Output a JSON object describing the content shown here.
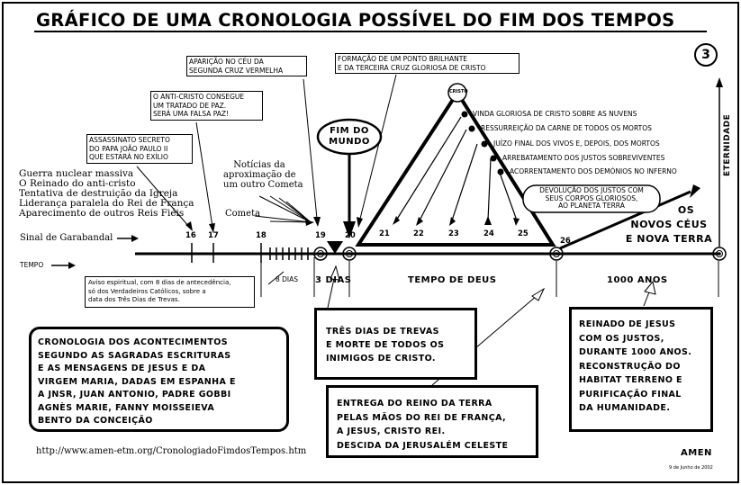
{
  "title": "GRÁFICO DE UMA CRONOLOGIA POSSÍVEL DO FIM DOS TEMPOS",
  "page_number": "3",
  "eternidade": "ETERNIDADE",
  "callouts": {
    "aparicao": [
      "APARIÇÃO NO CÉU DA",
      "SEGUNDA CRUZ VERMELHA"
    ],
    "formacao": [
      "FORMAÇÃO DE UM PONTO BRILHANTE",
      "E DA TERCEIRA CRUZ GLORIOSA DE CRISTO"
    ],
    "anticristo": [
      "O ANTI-CRISTO CONSEGUE",
      "UM TRATADO DE PAZ.",
      "SERÁ UMA FALSA PAZ!"
    ],
    "assassinato": [
      "ASSASSINATO SECRETO",
      "DO PAPA JOÃO PAULO II",
      "QUE ESTARÁ NO EXÍLIO"
    ]
  },
  "events_left": [
    "Guerra nuclear massiva",
    "O Reinado do anti-cristo",
    "Tentativa de destruição da Igreja",
    "Liderança paralela do Rei de França",
    "Aparecimento de outros Reis Fiéis"
  ],
  "noticias": [
    "Notícias da",
    "aproximação de",
    "um outro Cometa"
  ],
  "cometa": "Cometa",
  "fim_do_mundo": [
    "FIM DO",
    "MUNDO"
  ],
  "cristo_label": "CRISTO",
  "triangle_events": [
    "VINDA GLORIOSA DE CRISTO SOBRE AS NUVENS",
    "RESSURREIÇÃO DA CARNE DE TODOS OS MORTOS",
    "JUÍZO FINAL DOS VIVOS E, DEPOIS, DOS MORTOS",
    "ARREBATAMENTO DOS JUSTOS SOBREVIVENTES",
    "ACORRENTAMENTO DOS DEMÓNIOS NO INFERNO"
  ],
  "devolucao": [
    "DEVOLUÇÃO DOS JUSTOS COM",
    "SEUS CORPOS GLORIOSOS,",
    "AO PLANETA TERRA"
  ],
  "novos_ceus": [
    "OS",
    "NOVOS CÉUS",
    "E NOVA TERRA"
  ],
  "garabandal": "Sinal de Garabandal",
  "tempo": "TEMPO",
  "numbers": [
    "16",
    "17",
    "18",
    "19",
    "20",
    "21",
    "22",
    "23",
    "24",
    "25",
    "26"
  ],
  "periods": {
    "oito_dias": "8 DIAS",
    "tres_dias": "3 DIAS",
    "tempo_deus": "TEMPO DE DEUS",
    "mil_anos": "1000 ANOS"
  },
  "aviso": [
    "Aviso espiritual, com 8 dias de antecedência,",
    "só dos Verdadeiros Católicos, sobre a",
    "data dos Três Dias de Trevas."
  ],
  "cronologia": [
    "CRONOLOGIA DOS ACONTECIMENTOS",
    "SEGUNDO AS SAGRADAS ESCRITURAS",
    "E AS MENSAGENS DE JESUS E DA",
    "VIRGEM MARIA, DADAS EM ESPANHA E",
    "A JNSR, JUAN ANTONIO, PADRE GOBBI",
    "AGNÈS MARIE, FANNY MOISSEIEVA",
    "BENTO DA CONCEIÇÃO"
  ],
  "tres_dias_box": [
    "TRÊS DIAS DE TREVAS",
    "E MORTE DE TODOS OS",
    "INIMIGOS DE CRISTO."
  ],
  "entrega": [
    "ENTREGA DO REINO DA TERRA",
    "PELAS MÃOS DO REI DE FRANÇA,",
    "A JESUS, CRISTO REI.",
    "DESCIDA DA JERUSALÉM CELESTE"
  ],
  "reinado": [
    "REINADO DE JESUS",
    "COM OS JUSTOS,",
    "DURANTE 1000 ANOS.",
    "RECONSTRUÇÃO DO",
    "HABITAT TERRENO E",
    "PURIFICAÇÃO FINAL",
    "DA HUMANIDADE."
  ],
  "url": "http://www.amen-etm.org/CronologiadoFimdosTempos.htm",
  "amen": "AMEN",
  "date": "9 de Junho de 2002"
}
